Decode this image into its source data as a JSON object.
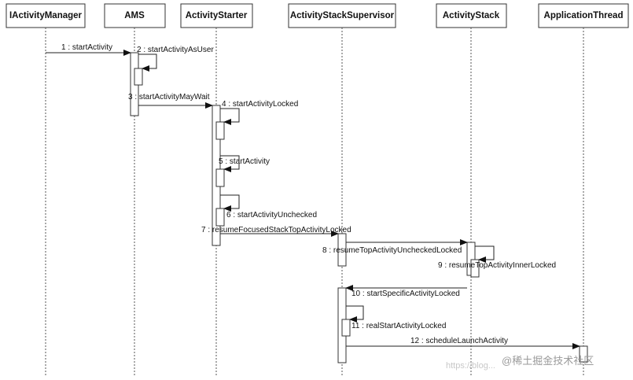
{
  "diagram": {
    "lifelines": [
      {
        "name": "IActivityManager"
      },
      {
        "name": "AMS"
      },
      {
        "name": "ActivityStarter"
      },
      {
        "name": "ActivityStackSupervisor"
      },
      {
        "name": "ActivityStack"
      },
      {
        "name": "ApplicationThread"
      }
    ],
    "messages": [
      {
        "label": "1 : startActivity",
        "from": "IActivityManager",
        "to": "AMS"
      },
      {
        "label": "2 : startActivityAsUser",
        "from": "AMS",
        "to": "AMS",
        "self": true
      },
      {
        "label": "3 : startActivityMayWait",
        "from": "AMS",
        "to": "ActivityStarter"
      },
      {
        "label": "4 : startActivityLocked",
        "from": "ActivityStarter",
        "to": "ActivityStarter",
        "self": true
      },
      {
        "label": "5 : startActivity",
        "from": "ActivityStarter",
        "to": "ActivityStarter",
        "self": true
      },
      {
        "label": "6 : startActivityUnchecked",
        "from": "ActivityStarter",
        "to": "ActivityStarter",
        "self": true
      },
      {
        "label": "7 : resumeFocusedStackTopActivityLocked",
        "from": "ActivityStarter",
        "to": "ActivityStackSupervisor"
      },
      {
        "label": "8 : resumeTopActivityUncheckedLocked",
        "from": "ActivityStackSupervisor",
        "to": "ActivityStack"
      },
      {
        "label": "9 : resumeTopActivityInnerLocked",
        "from": "ActivityStack",
        "to": "ActivityStack",
        "self": true
      },
      {
        "label": "10 : startSpecificActivityLocked",
        "from": "ActivityStack",
        "to": "ActivityStackSupervisor"
      },
      {
        "label": "11 : realStartActivityLocked",
        "from": "ActivityStackSupervisor",
        "to": "ActivityStackSupervisor",
        "self": true
      },
      {
        "label": "12 : scheduleLaunchActivity",
        "from": "ActivityStackSupervisor",
        "to": "ApplicationThread"
      }
    ]
  },
  "watermark": {
    "text": "@稀土掘金技术社区",
    "url": "https://blog..."
  }
}
